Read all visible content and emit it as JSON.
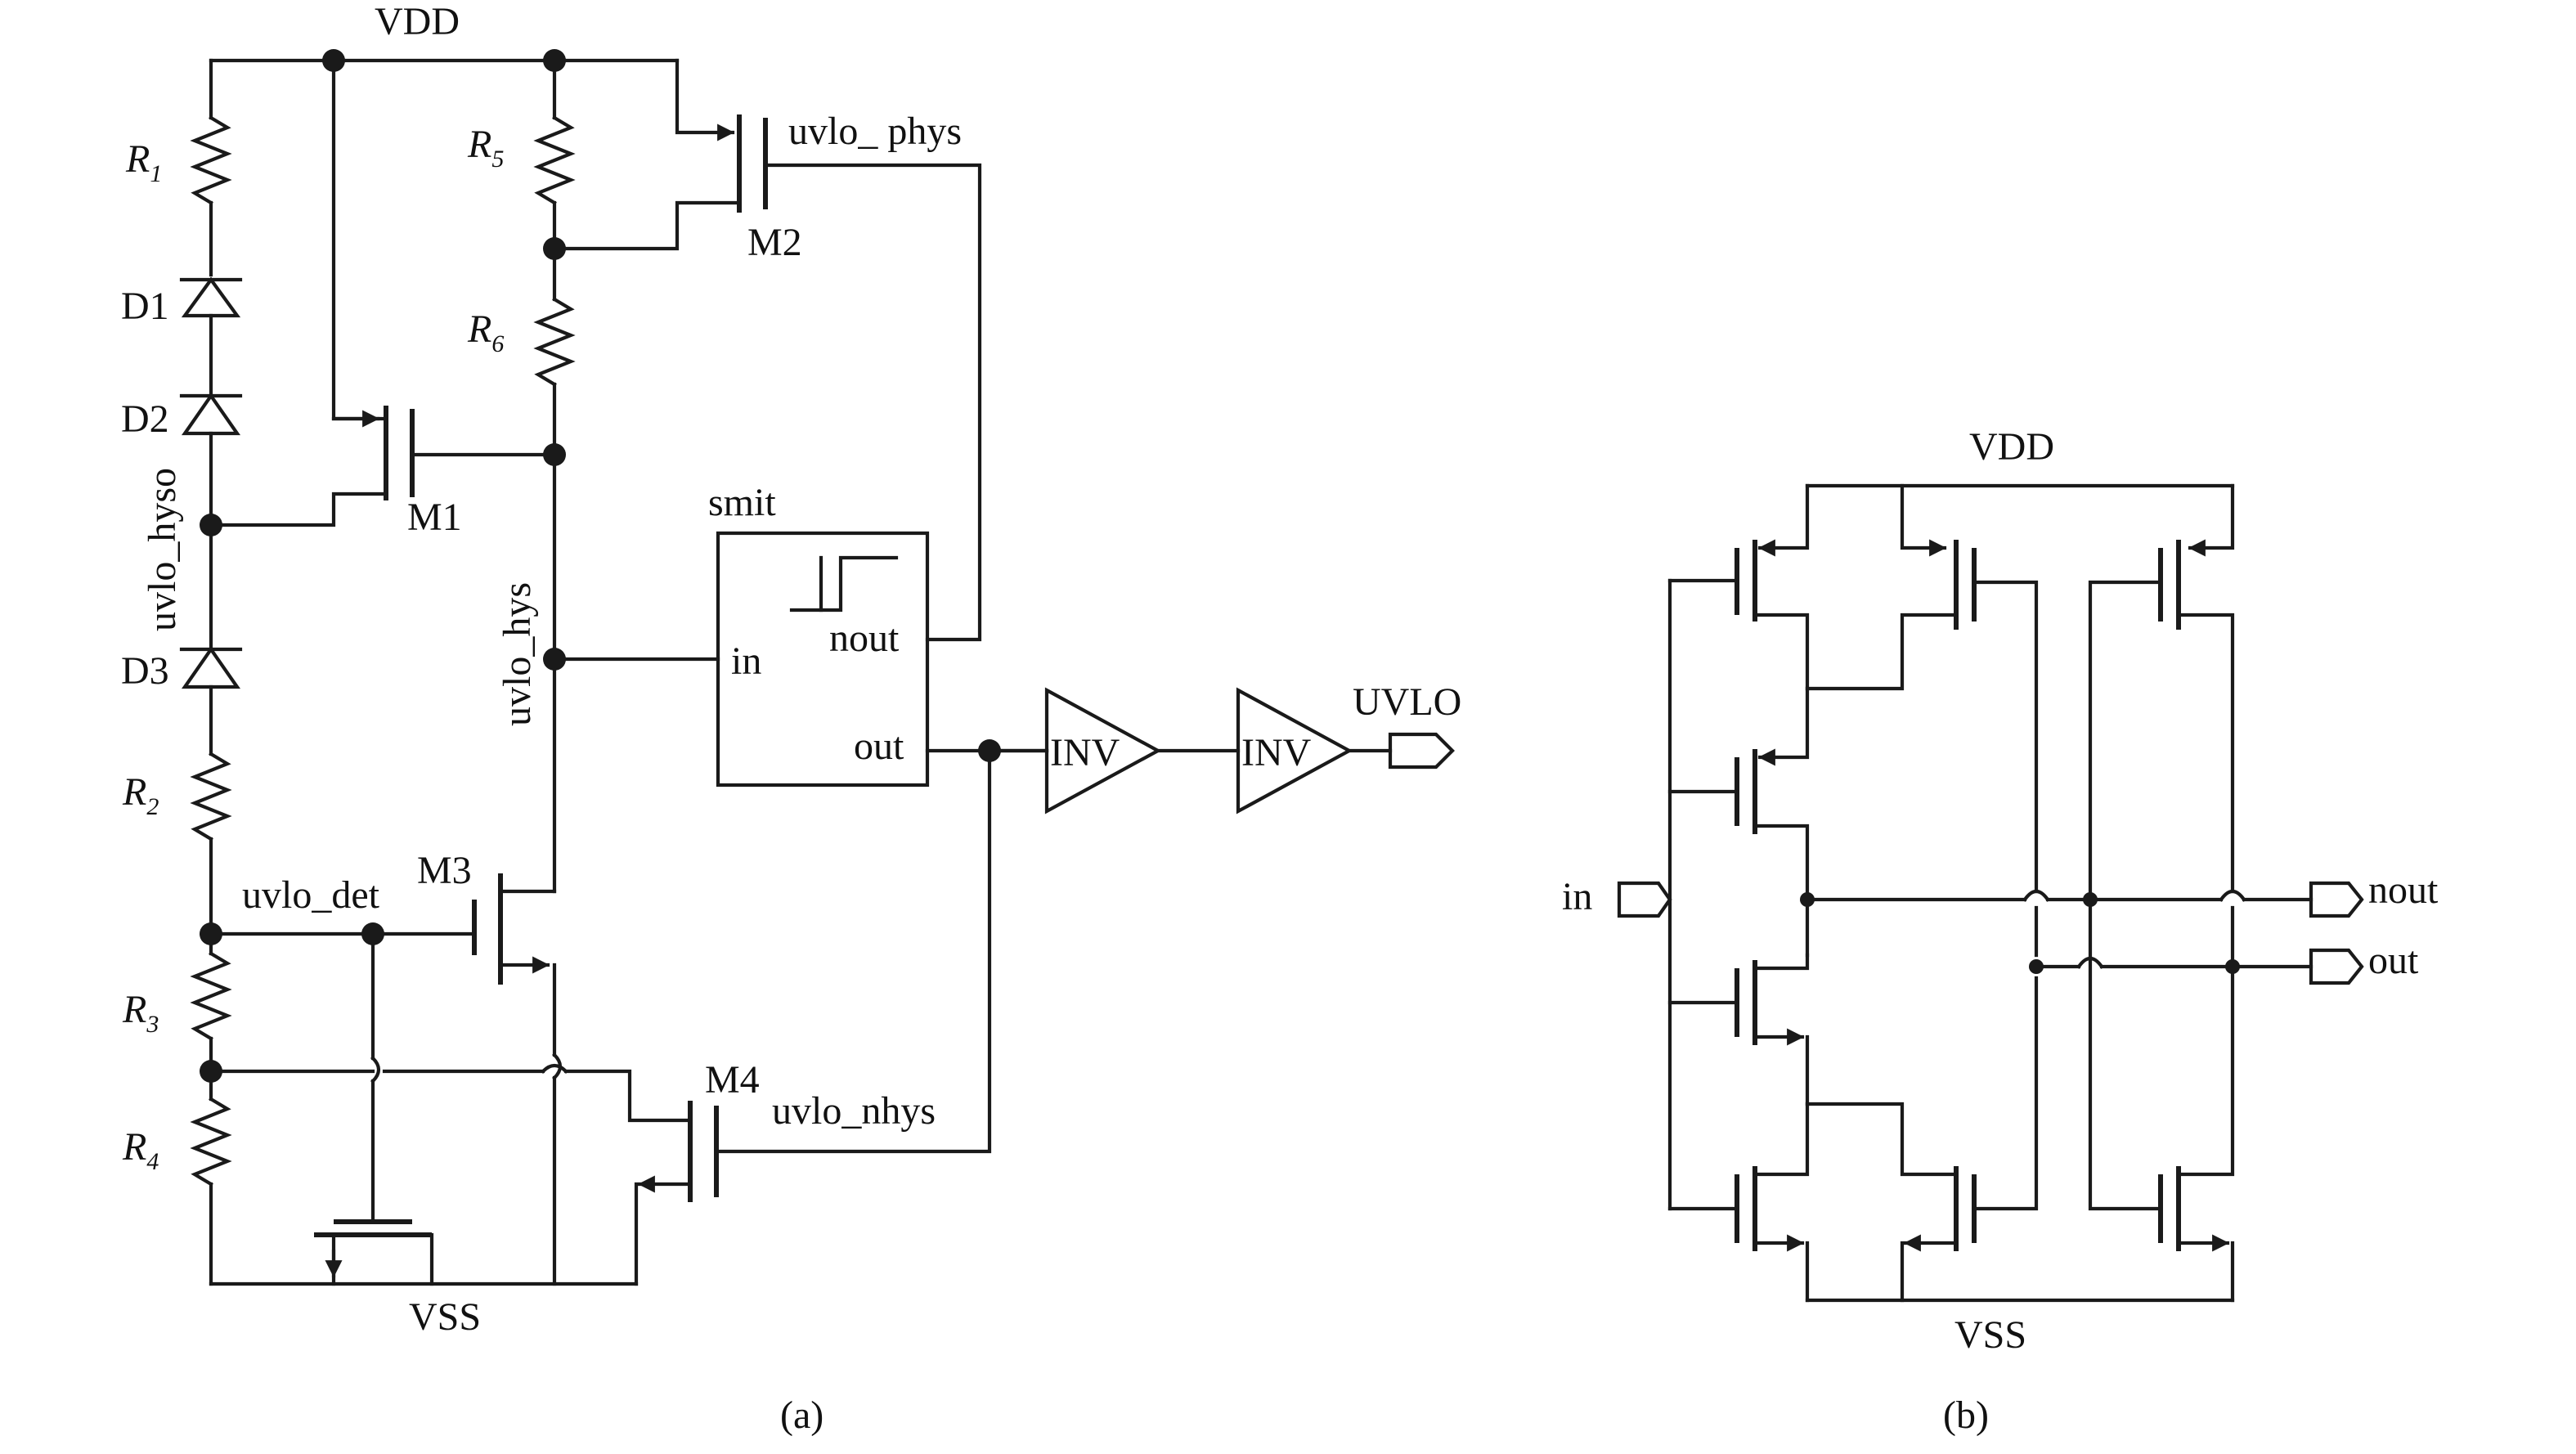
{
  "figure_a": {
    "vdd": "VDD",
    "vss": "VSS",
    "r1": "R",
    "r1_sub": "1",
    "r2": "R",
    "r2_sub": "2",
    "r3": "R",
    "r3_sub": "3",
    "r4": "R",
    "r4_sub": "4",
    "r5": "R",
    "r5_sub": "5",
    "r6": "R",
    "r6_sub": "6",
    "d1": "D1",
    "d2": "D2",
    "d3": "D3",
    "m1": "M1",
    "m2": "M2",
    "m3": "M3",
    "m4": "M4",
    "uvlo_hyso": "uvlo_hyso",
    "uvlo_hys": "uvlo_hys",
    "uvlo_phys": "uvlo_ phys",
    "uvlo_det": "uvlo_det",
    "uvlo_nhys": "uvlo_nhys",
    "smit": "smit",
    "smit_in": "in",
    "smit_nout": "nout",
    "smit_out": "out",
    "inv1": "INV",
    "inv2": "INV",
    "uvlo": "UVLO",
    "caption": "(a)"
  },
  "figure_b": {
    "vdd": "VDD",
    "vss": "VSS",
    "in": "in",
    "nout": "nout",
    "out": "out",
    "caption": "(b)"
  }
}
